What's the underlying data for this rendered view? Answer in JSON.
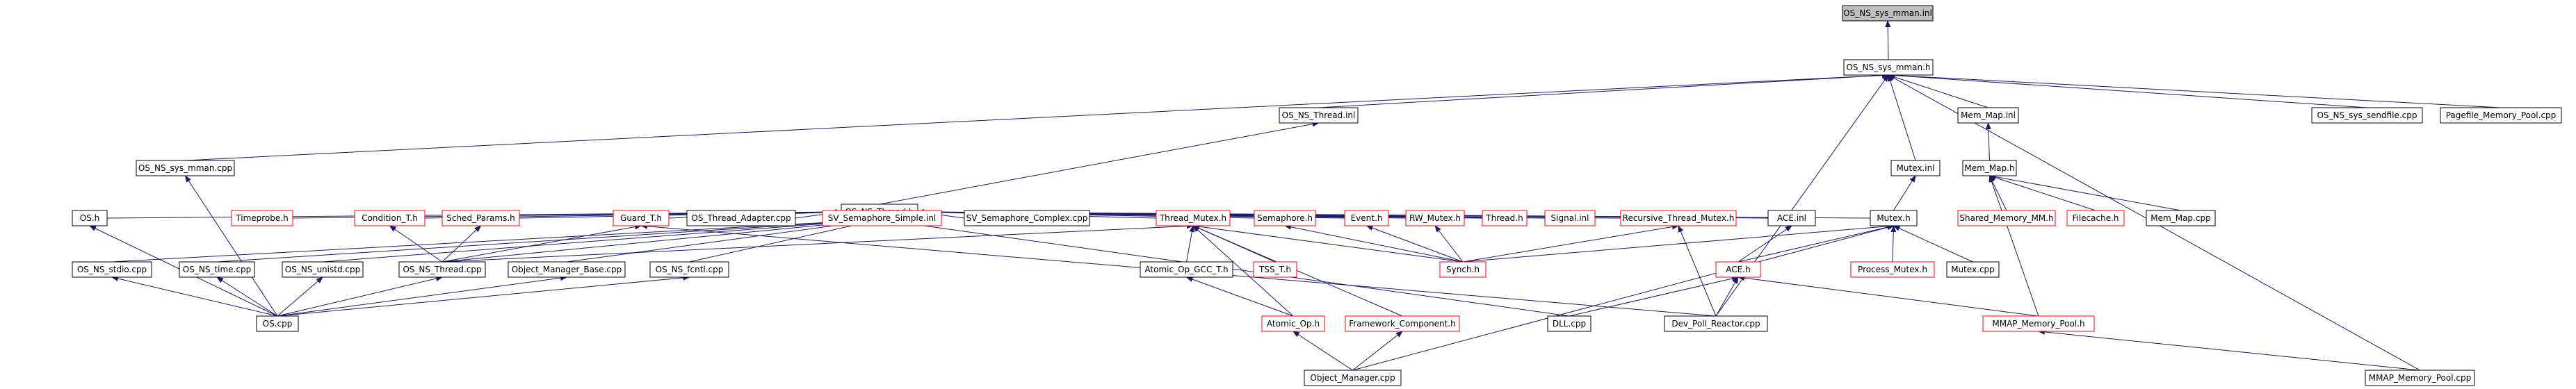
{
  "title": "OS_NS_sys_mman.inl",
  "colors": {
    "root_fill": "#bfbfbf",
    "node_border_black": "#000000",
    "node_border_red": "#ff0000",
    "edge": "#191970",
    "text": "#000000"
  },
  "nodes": [
    {
      "id": "os_ns_sys_mman_inl",
      "label": "OS_NS_sys_mman.inl",
      "style": "root"
    },
    {
      "id": "os_ns_sys_mman_h",
      "label": "OS_NS_sys_mman.h",
      "style": "black"
    },
    {
      "id": "mem_map_inl",
      "label": "Mem_Map.inl",
      "style": "black"
    },
    {
      "id": "os_ns_sys_sendfile_cpp",
      "label": "OS_NS_sys_sendfile.cpp",
      "style": "black"
    },
    {
      "id": "pagefile_memory_pool_cpp",
      "label": "Pagefile_Memory_Pool.cpp",
      "style": "black"
    },
    {
      "id": "os_ns_thread_inl",
      "label": "OS_NS_Thread.inl",
      "style": "black"
    },
    {
      "id": "os_ns_sys_mman_cpp",
      "label": "OS_NS_sys_mman.cpp",
      "style": "black"
    },
    {
      "id": "mutex_inl",
      "label": "Mutex.inl",
      "style": "black"
    },
    {
      "id": "mem_map_h",
      "label": "Mem_Map.h",
      "style": "black"
    },
    {
      "id": "os_ns_thread_h",
      "label": "OS_NS_Thread.h",
      "style": "black"
    },
    {
      "id": "os_h",
      "label": "OS.h",
      "style": "black"
    },
    {
      "id": "timeprobe_h",
      "label": "Timeprobe.h",
      "style": "red"
    },
    {
      "id": "condition_t_h",
      "label": "Condition_T.h",
      "style": "red"
    },
    {
      "id": "sched_params_h",
      "label": "Sched_Params.h",
      "style": "red"
    },
    {
      "id": "guard_t_h",
      "label": "Guard_T.h",
      "style": "red"
    },
    {
      "id": "os_thread_adapter_cpp",
      "label": "OS_Thread_Adapter.cpp",
      "style": "black"
    },
    {
      "id": "sv_semaphore_simple_inl",
      "label": "SV_Semaphore_Simple.inl",
      "style": "red"
    },
    {
      "id": "sv_semaphore_complex_cpp",
      "label": "SV_Semaphore_Complex.cpp",
      "style": "black"
    },
    {
      "id": "thread_mutex_h",
      "label": "Thread_Mutex.h",
      "style": "red"
    },
    {
      "id": "semaphore_h",
      "label": "Semaphore.h",
      "style": "red"
    },
    {
      "id": "event_h",
      "label": "Event.h",
      "style": "red"
    },
    {
      "id": "rw_mutex_h",
      "label": "RW_Mutex.h",
      "style": "red"
    },
    {
      "id": "thread_h",
      "label": "Thread.h",
      "style": "red"
    },
    {
      "id": "signal_inl",
      "label": "Signal.inl",
      "style": "red"
    },
    {
      "id": "recursive_thread_mutex_h",
      "label": "Recursive_Thread_Mutex.h",
      "style": "red"
    },
    {
      "id": "ace_inl",
      "label": "ACE.inl",
      "style": "black"
    },
    {
      "id": "mutex_h",
      "label": "Mutex.h",
      "style": "black"
    },
    {
      "id": "shared_memory_mm_h",
      "label": "Shared_Memory_MM.h",
      "style": "red"
    },
    {
      "id": "filecache_h",
      "label": "Filecache.h",
      "style": "red"
    },
    {
      "id": "mem_map_cpp",
      "label": "Mem_Map.cpp",
      "style": "black"
    },
    {
      "id": "os_ns_stdio_cpp",
      "label": "OS_NS_stdio.cpp",
      "style": "black"
    },
    {
      "id": "os_ns_time_cpp",
      "label": "OS_NS_time.cpp",
      "style": "black"
    },
    {
      "id": "os_ns_unistd_cpp",
      "label": "OS_NS_unistd.cpp",
      "style": "black"
    },
    {
      "id": "os_ns_thread_cpp",
      "label": "OS_NS_Thread.cpp",
      "style": "black"
    },
    {
      "id": "object_manager_base_cpp",
      "label": "Object_Manager_Base.cpp",
      "style": "black"
    },
    {
      "id": "os_ns_fcntl_cpp",
      "label": "OS_NS_fcntl.cpp",
      "style": "black"
    },
    {
      "id": "atomic_op_gcc_t_h",
      "label": "Atomic_Op_GCC_T.h",
      "style": "black"
    },
    {
      "id": "tss_t_h",
      "label": "TSS_T.h",
      "style": "red"
    },
    {
      "id": "synch_h",
      "label": "Synch.h",
      "style": "red"
    },
    {
      "id": "process_mutex_h",
      "label": "Process_Mutex.h",
      "style": "red"
    },
    {
      "id": "mutex_cpp",
      "label": "Mutex.cpp",
      "style": "black"
    },
    {
      "id": "ace_h",
      "label": "ACE.h",
      "style": "red"
    },
    {
      "id": "os_cpp",
      "label": "OS.cpp",
      "style": "black"
    },
    {
      "id": "atomic_op_h",
      "label": "Atomic_Op.h",
      "style": "red"
    },
    {
      "id": "framework_component_h",
      "label": "Framework_Component.h",
      "style": "red"
    },
    {
      "id": "dll_cpp",
      "label": "DLL.cpp",
      "style": "black"
    },
    {
      "id": "dev_poll_reactor_cpp",
      "label": "Dev_Poll_Reactor.cpp",
      "style": "black"
    },
    {
      "id": "mmap_memory_pool_h",
      "label": "MMAP_Memory_Pool.h",
      "style": "red"
    },
    {
      "id": "object_manager_cpp",
      "label": "Object_Manager.cpp",
      "style": "black"
    },
    {
      "id": "mmap_memory_pool_cpp",
      "label": "MMAP_Memory_Pool.cpp",
      "style": "black"
    }
  ],
  "edges": [
    [
      "os_ns_sys_mman_h",
      "os_ns_sys_mman_inl"
    ],
    [
      "os_ns_thread_inl",
      "os_ns_sys_mman_h"
    ],
    [
      "os_ns_sys_mman_cpp",
      "os_ns_sys_mman_h"
    ],
    [
      "mem_map_inl",
      "os_ns_sys_mman_h"
    ],
    [
      "os_ns_sys_sendfile_cpp",
      "os_ns_sys_mman_h"
    ],
    [
      "pagefile_memory_pool_cpp",
      "os_ns_sys_mman_h"
    ],
    [
      "mutex_inl",
      "os_ns_sys_mman_h"
    ],
    [
      "dev_poll_reactor_cpp",
      "os_ns_sys_mman_h"
    ],
    [
      "mmap_memory_pool_cpp",
      "os_ns_sys_mman_h"
    ],
    [
      "os_ns_thread_h",
      "os_ns_thread_inl"
    ],
    [
      "mem_map_h",
      "mem_map_inl"
    ],
    [
      "mutex_h",
      "mutex_inl"
    ],
    [
      "os_h",
      "os_ns_thread_h"
    ],
    [
      "timeprobe_h",
      "os_ns_thread_h"
    ],
    [
      "condition_t_h",
      "os_ns_thread_h"
    ],
    [
      "sched_params_h",
      "os_ns_thread_h"
    ],
    [
      "guard_t_h",
      "os_ns_thread_h"
    ],
    [
      "os_thread_adapter_cpp",
      "os_ns_thread_h"
    ],
    [
      "sv_semaphore_simple_inl",
      "os_ns_thread_h"
    ],
    [
      "sv_semaphore_complex_cpp",
      "os_ns_thread_h"
    ],
    [
      "thread_mutex_h",
      "os_ns_thread_h"
    ],
    [
      "semaphore_h",
      "os_ns_thread_h"
    ],
    [
      "event_h",
      "os_ns_thread_h"
    ],
    [
      "rw_mutex_h",
      "os_ns_thread_h"
    ],
    [
      "thread_h",
      "os_ns_thread_h"
    ],
    [
      "signal_inl",
      "os_ns_thread_h"
    ],
    [
      "recursive_thread_mutex_h",
      "os_ns_thread_h"
    ],
    [
      "ace_inl",
      "os_ns_thread_h"
    ],
    [
      "mutex_h",
      "os_ns_thread_h"
    ],
    [
      "os_ns_stdio_cpp",
      "os_ns_thread_h"
    ],
    [
      "os_ns_time_cpp",
      "os_ns_thread_h"
    ],
    [
      "os_ns_unistd_cpp",
      "os_ns_thread_h"
    ],
    [
      "os_ns_thread_cpp",
      "os_ns_thread_h"
    ],
    [
      "object_manager_base_cpp",
      "os_ns_thread_h"
    ],
    [
      "os_ns_fcntl_cpp",
      "os_ns_thread_h"
    ],
    [
      "dll_cpp",
      "os_ns_thread_h"
    ],
    [
      "shared_memory_mm_h",
      "mem_map_h"
    ],
    [
      "filecache_h",
      "mem_map_h"
    ],
    [
      "mem_map_cpp",
      "mem_map_h"
    ],
    [
      "mmap_memory_pool_h",
      "mem_map_h"
    ],
    [
      "os_cpp",
      "os_ns_sys_mman_cpp"
    ],
    [
      "os_cpp",
      "os_h"
    ],
    [
      "os_cpp",
      "os_ns_stdio_cpp"
    ],
    [
      "os_cpp",
      "os_ns_time_cpp"
    ],
    [
      "os_cpp",
      "os_ns_unistd_cpp"
    ],
    [
      "os_cpp",
      "os_ns_thread_cpp"
    ],
    [
      "os_cpp",
      "object_manager_base_cpp"
    ],
    [
      "os_cpp",
      "os_ns_fcntl_cpp"
    ],
    [
      "os_ns_thread_cpp",
      "condition_t_h"
    ],
    [
      "os_ns_thread_cpp",
      "sched_params_h"
    ],
    [
      "os_ns_thread_cpp",
      "guard_t_h"
    ],
    [
      "os_ns_thread_cpp",
      "thread_mutex_h"
    ],
    [
      "dev_poll_reactor_cpp",
      "guard_t_h"
    ],
    [
      "atomic_op_gcc_t_h",
      "thread_mutex_h"
    ],
    [
      "tss_t_h",
      "thread_mutex_h"
    ],
    [
      "synch_h",
      "thread_mutex_h"
    ],
    [
      "atomic_op_h",
      "thread_mutex_h"
    ],
    [
      "framework_component_h",
      "thread_mutex_h"
    ],
    [
      "synch_h",
      "semaphore_h"
    ],
    [
      "synch_h",
      "event_h"
    ],
    [
      "synch_h",
      "rw_mutex_h"
    ],
    [
      "synch_h",
      "recursive_thread_mutex_h"
    ],
    [
      "synch_h",
      "mutex_h"
    ],
    [
      "process_mutex_h",
      "mutex_h"
    ],
    [
      "mutex_cpp",
      "mutex_h"
    ],
    [
      "ace_h",
      "mutex_h"
    ],
    [
      "object_manager_cpp",
      "mutex_h"
    ],
    [
      "ace_h",
      "ace_inl"
    ],
    [
      "dll_cpp",
      "ace_h"
    ],
    [
      "dev_poll_reactor_cpp",
      "ace_h"
    ],
    [
      "mmap_memory_pool_h",
      "ace_h"
    ],
    [
      "dev_poll_reactor_cpp",
      "recursive_thread_mutex_h"
    ],
    [
      "atomic_op_h",
      "atomic_op_gcc_t_h"
    ],
    [
      "object_manager_cpp",
      "atomic_op_h"
    ],
    [
      "object_manager_cpp",
      "framework_component_h"
    ],
    [
      "mmap_memory_pool_cpp",
      "mmap_memory_pool_h"
    ]
  ]
}
